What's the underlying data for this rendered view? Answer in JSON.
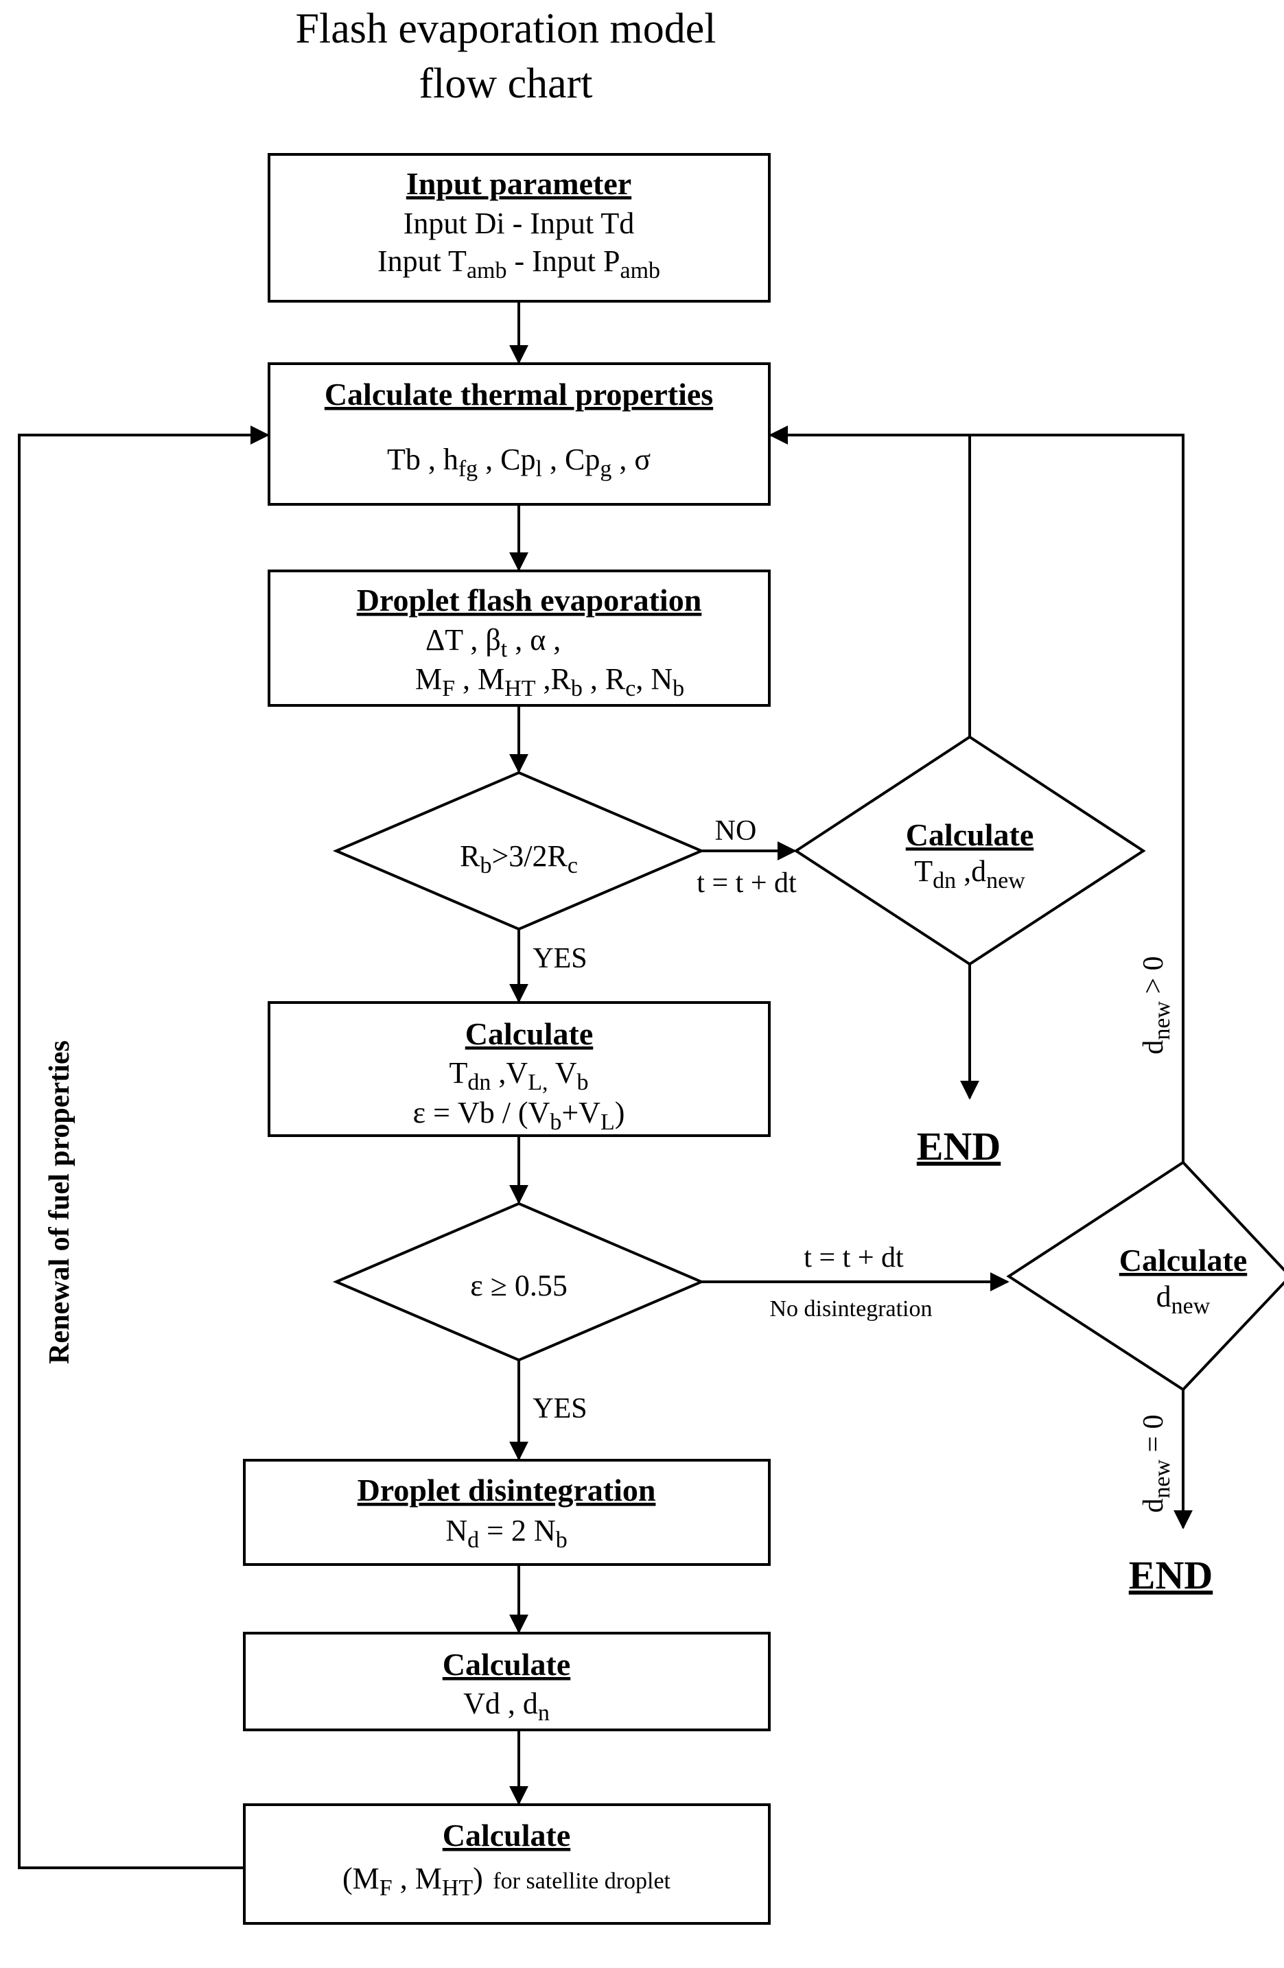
{
  "title": {
    "line1": "Flash evaporation model",
    "line2": "flow chart"
  },
  "input_box": {
    "heading": "Input parameter",
    "line1": "Input   Di - Input   Td",
    "line2": {
      "a": "Input  T",
      "sub1": "amb",
      "b": " - Input P",
      "sub2": "amb"
    }
  },
  "thermal_box": {
    "heading": "Calculate thermal properties",
    "line": {
      "a": "Tb , h",
      "s1": "fg",
      "b": " , Cp",
      "s2": "l",
      "c": " , Cp",
      "s3": "g",
      "d": " , σ"
    }
  },
  "flash_box": {
    "heading": "Droplet flash evaporation",
    "line1": {
      "a": "ΔT , β",
      "s1": "t",
      "b": " , α ,"
    },
    "line2": {
      "a": "M",
      "s1": "F",
      "b": " , M",
      "s2": "HT",
      "c": " ,R",
      "s3": "b",
      "d": " , R",
      "s4": "c",
      "e": ", N",
      "s5": "b"
    }
  },
  "decision_rb": {
    "a": "R",
    "s1": "b",
    "b": ">3/2R",
    "s2": "c"
  },
  "no_label": "NO",
  "time_step_1": "t = t + dt",
  "yes_label_1": "YES",
  "calc_tdn_dnew": {
    "heading": "Calculate",
    "a": "T",
    "s1": "dn",
    "b": " ,d",
    "s2": "new"
  },
  "calc_volume_box": {
    "heading": "Calculate",
    "line1": {
      "a": "T",
      "s1": "dn",
      "b": " ,V",
      "s2": "L,",
      "c": " V",
      "s3": "b"
    },
    "line2": {
      "a": "ε = Vb / (V",
      "s1": "b",
      "b": "+V",
      "s2": "L",
      "c": ")"
    }
  },
  "end_label_1": "END",
  "decision_eps": "ε ≥ 0.55",
  "time_step_2": "t = t + dt",
  "no_disintegration": "No disintegration",
  "calc_dnew": {
    "heading": "Calculate",
    "a": "d",
    "s1": "new"
  },
  "dnew_gt0": {
    "a": "d",
    "s1": "new",
    "b": " > 0"
  },
  "dnew_eq0": {
    "a": "d",
    "s1": "new",
    "b": " = 0"
  },
  "yes_label_2": "YES",
  "disintegration_box": {
    "heading": "Droplet disintegration",
    "line": {
      "a": "N",
      "s1": "d",
      "b": " =  2 N",
      "s2": "b"
    }
  },
  "calc_vd_box": {
    "heading": "Calculate",
    "line": {
      "a": "Vd  ,  d",
      "s1": "n"
    }
  },
  "calc_mass_box": {
    "heading": "Calculate",
    "line": {
      "a": "(M",
      "s1": "F",
      "b": " , M",
      "s2": "HT",
      "c": ")",
      "d": " for satellite droplet"
    }
  },
  "end_label_2": "END",
  "side_label": "Renewal of fuel properties"
}
